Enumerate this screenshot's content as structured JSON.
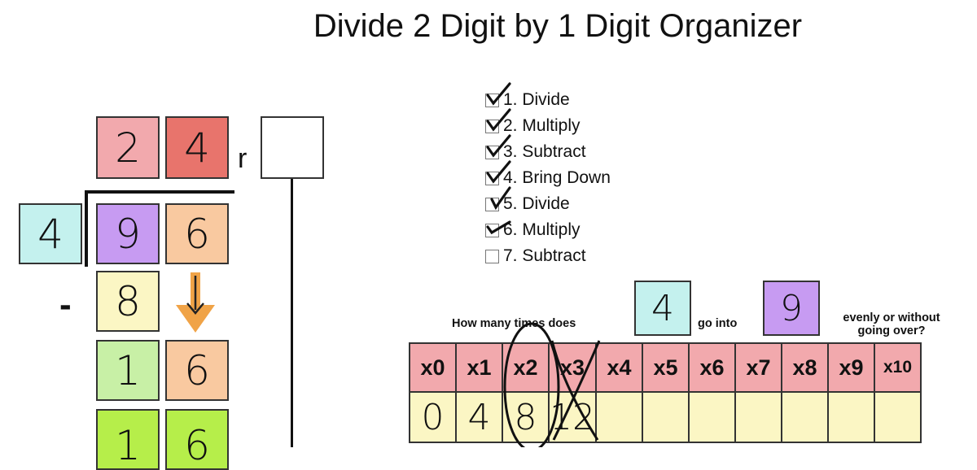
{
  "title": "Divide 2 Digit by 1 Digit Organizer",
  "quotient": {
    "tens": "2",
    "ones": "4",
    "remainder_label": "r",
    "remainder": ""
  },
  "divisor": "4",
  "dividend": {
    "tens": "9",
    "ones": "6"
  },
  "work": {
    "minus": "-",
    "subtract_value": "8",
    "difference": "1",
    "brought_down": "6",
    "next_tens": "1",
    "next_ones": "6"
  },
  "steps": [
    {
      "label": "1. Divide",
      "checked": true
    },
    {
      "label": "2. Multiply",
      "checked": true
    },
    {
      "label": "3. Subtract",
      "checked": true
    },
    {
      "label": "4. Bring Down",
      "checked": true
    },
    {
      "label": "5. Divide",
      "checked": true
    },
    {
      "label": "6. Multiply",
      "checked": true
    },
    {
      "label": "7. Subtract",
      "checked": false
    }
  ],
  "question": {
    "part1": "How many times does",
    "divisor": "4",
    "part2": "go into",
    "dividend": "9",
    "part3_line1": "evenly or without",
    "part3_line2": "going over?"
  },
  "multiples_table": {
    "headers": [
      "x0",
      "x1",
      "x2",
      "x3",
      "x4",
      "x5",
      "x6",
      "x7",
      "x8",
      "x9",
      "x10"
    ],
    "values": [
      "0",
      "4",
      "8",
      "12",
      "",
      "",
      "",
      "",
      "",
      "",
      ""
    ]
  },
  "colors": {
    "quotient_tens": "#f2a9ad",
    "quotient_ones": "#e8746c",
    "divisor": "#c4f1ee",
    "dividend_tens": "#c79bf2",
    "dividend_ones": "#f9c9a0",
    "subtract": "#fbf6c4",
    "difference": "#c8f0a6",
    "next_row": "#b6ee4a",
    "arrow": "#f0a347"
  }
}
